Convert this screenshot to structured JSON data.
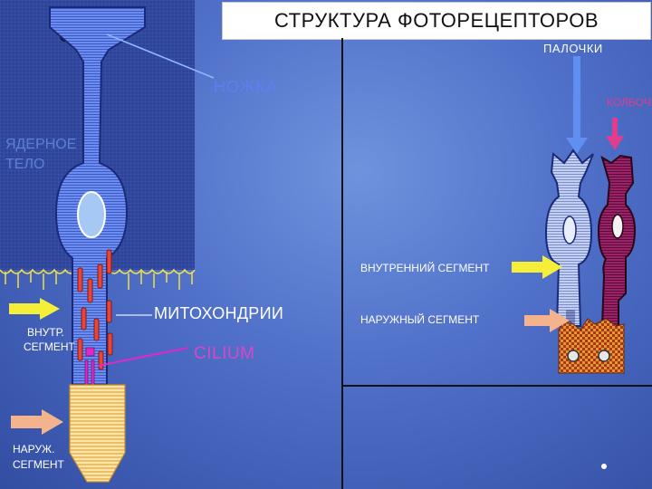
{
  "title": "СТРУКТУРА ФОТОРЕЦЕПТОРОВ",
  "labels": {
    "nozhka": "НОЖКА",
    "nucleus_label_line1": "ЯДЕРНОЕ",
    "nucleus_label_line2": "ТЕЛО",
    "mitochondria": "МИТОХОНДРИИ",
    "cilium": "CILIUM",
    "inner_segment_left_line1": "ВНУТР.",
    "inner_segment_left_line2": "СЕГМЕНТ",
    "outer_segment_left_line1": "НАРУЖ.",
    "outer_segment_left_line2": "СЕГМЕНТ",
    "rods": "ПАЛОЧКИ",
    "cones": "КОЛБОЧКИ",
    "inner_segment_right": "ВНУТРЕННИЙ СЕГМЕНТ",
    "outer_segment_right": "НАРУЖНЫЙ СЕГМЕНТ"
  },
  "colors": {
    "background": "#4f6fc8",
    "title_bg": "#ffffff",
    "cell_fill": "#5b7de8",
    "dark_panel": "#2d3f93",
    "rod_fill": "#b3c2ea",
    "cone_fill": "#8c1c5b",
    "mitochondria": "#e84638",
    "cilium": "#e028c8",
    "outer_segment": "#f6d98a",
    "rpe": "#d99d2c",
    "arrow_yellow": "#f6ef39",
    "arrow_peach": "#f3b38c",
    "arrow_blue": "#5f8ff0"
  }
}
